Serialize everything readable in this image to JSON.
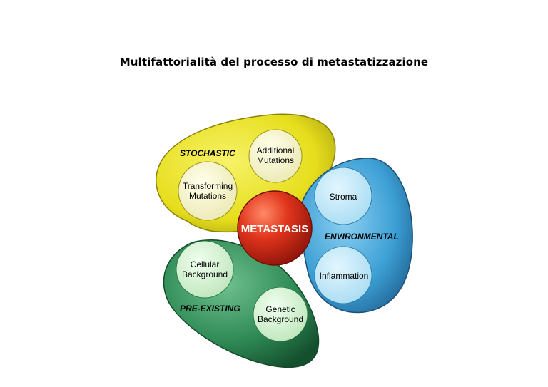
{
  "title": "Multifattorialità del processo di metastatizzazione",
  "diagram": {
    "center": {
      "label": "METASTASIS",
      "color": "#d42a1a"
    },
    "groups": [
      {
        "id": "stochastic",
        "label": "STOCHASTIC",
        "color": "#e8e020",
        "nodes": [
          {
            "lines": [
              "Additional",
              "Mutations"
            ]
          },
          {
            "lines": [
              "Transforming",
              "Mutations"
            ]
          }
        ]
      },
      {
        "id": "environmental",
        "label": "ENVIRONMENTAL",
        "color": "#3a9fd6",
        "nodes": [
          {
            "lines": [
              "Stroma"
            ]
          },
          {
            "lines": [
              "Inflammation"
            ]
          }
        ]
      },
      {
        "id": "pre-existing",
        "label": "PRE-EXISTING",
        "color": "#2e8a55",
        "nodes": [
          {
            "lines": [
              "Cellular",
              "Background"
            ]
          },
          {
            "lines": [
              "Genetic",
              "Background"
            ]
          }
        ]
      }
    ]
  }
}
